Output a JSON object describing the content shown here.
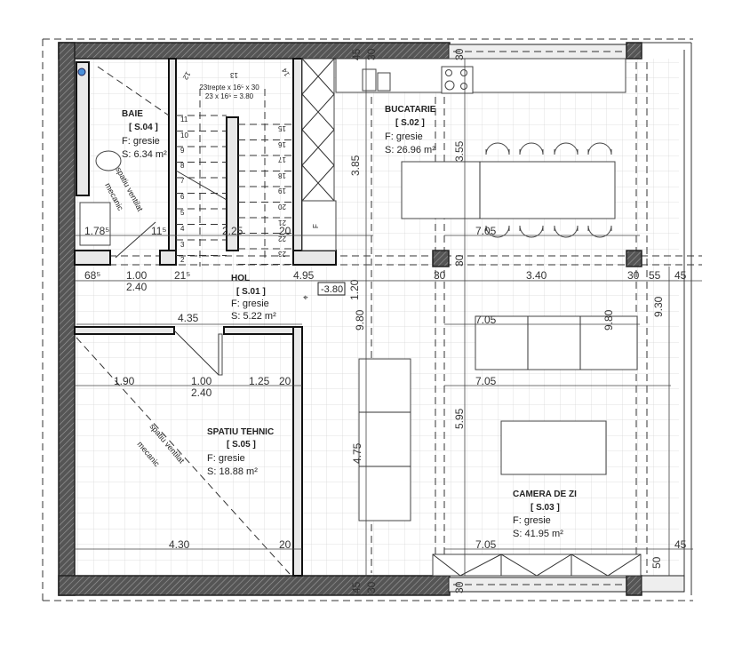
{
  "plan": {
    "rooms": {
      "baie": {
        "name": "BAIE",
        "code": "[ S.04 ]",
        "floor": "F:   gresie",
        "area": "S: 6.34 m²"
      },
      "hol": {
        "name": "HOL",
        "code": "[ S.01 ]",
        "floor": "F:   gresie",
        "area": "S: 5.22 m²"
      },
      "bucatarie": {
        "name": "BUCATARIE",
        "code": "[ S.02 ]",
        "floor": "F:        gresie",
        "area": "S:  26.96 m²"
      },
      "spatiu_tehnic": {
        "name": "SPATIU TEHNIC",
        "code": "[ S.05 ]",
        "floor": "F:              gresie",
        "area": "S:          18.88 m²"
      },
      "camera_de_zi": {
        "name": "CAMERA DE ZI",
        "code": "[ S.03 ]",
        "floor": "F:              gresie",
        "area": "S:       41.95 m²"
      }
    },
    "notes": {
      "ventilation_1a": "spatiu ventilat",
      "ventilation_1b": "mecanic",
      "ventilation_2a": "spatiu ventilat",
      "ventilation_2b": "mecanic",
      "stair_1": "23trepte x 16⁵ x 30",
      "stair_2": "23 x 16⁵ = 3.80",
      "level": "-3.80",
      "fridge": "F"
    },
    "stair_steps_left": [
      "2",
      "3",
      "4",
      "5",
      "6",
      "7",
      "8",
      "9",
      "10",
      "11"
    ],
    "stair_steps_right": [
      "15",
      "16",
      "17",
      "18",
      "19",
      "20",
      "21",
      "22",
      "23"
    ],
    "stair_steps_top": [
      "12",
      "13",
      "14"
    ],
    "dims": {
      "d1785": "1.78⁵",
      "d115": "11⁵",
      "d225": "2.25",
      "d20a": "20",
      "d685": "68⁵",
      "d100a": "1.00",
      "d240a": "2.40",
      "d215": "21⁵",
      "d495": "4.95",
      "d120": "1.20",
      "d980a": "9.80",
      "d385": "3.85",
      "d355": "3.55",
      "d705a": "7.05",
      "d30a": "30",
      "d30b": "30",
      "d340": "3.40",
      "d30c": "30",
      "d55": "55",
      "d45a": "45",
      "d930": "9.30",
      "d705b": "7.05",
      "d980b": "9.80",
      "d435": "4.35",
      "d190": "1.90",
      "d100b": "1.00",
      "d240b": "2.40",
      "d125": "1.25",
      "d20b": "20",
      "d705c": "7.05",
      "d475": "4.75",
      "d595": "5.95",
      "d705d": "7.05",
      "d430": "4.30",
      "d20c": "20",
      "d45b": "45",
      "d50": "50",
      "top45": "45",
      "top30": "30",
      "top30b": "30",
      "bot45": "45",
      "bot30": "30",
      "bot30b": "30"
    }
  }
}
